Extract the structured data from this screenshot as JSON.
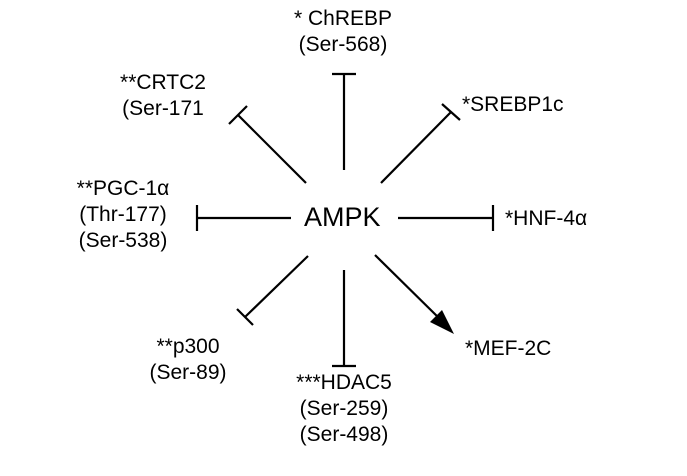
{
  "diagram": {
    "center_label": "AMPK",
    "targets": [
      {
        "id": "chrebp",
        "lines": [
          "* ChREBP",
          "(Ser-568)"
        ],
        "relation": "inhibit"
      },
      {
        "id": "srebp1c",
        "lines": [
          "*SREBP1c"
        ],
        "relation": "inhibit"
      },
      {
        "id": "hnf4a",
        "lines": [
          "*HNF-4α"
        ],
        "relation": "inhibit"
      },
      {
        "id": "mef2c",
        "lines": [
          "*MEF-2C"
        ],
        "relation": "activate"
      },
      {
        "id": "hdac5",
        "lines": [
          "***HDAC5",
          "(Ser-259)",
          "(Ser-498)"
        ],
        "relation": "inhibit"
      },
      {
        "id": "p300",
        "lines": [
          "**p300",
          "(Ser-89)"
        ],
        "relation": "inhibit"
      },
      {
        "id": "pgc1a",
        "lines": [
          "**PGC-1α",
          "(Thr-177)",
          "(Ser-538)"
        ],
        "relation": "inhibit"
      },
      {
        "id": "crtc2",
        "lines": [
          "**CRTC2",
          "(Ser-171"
        ],
        "relation": "inhibit"
      }
    ]
  }
}
